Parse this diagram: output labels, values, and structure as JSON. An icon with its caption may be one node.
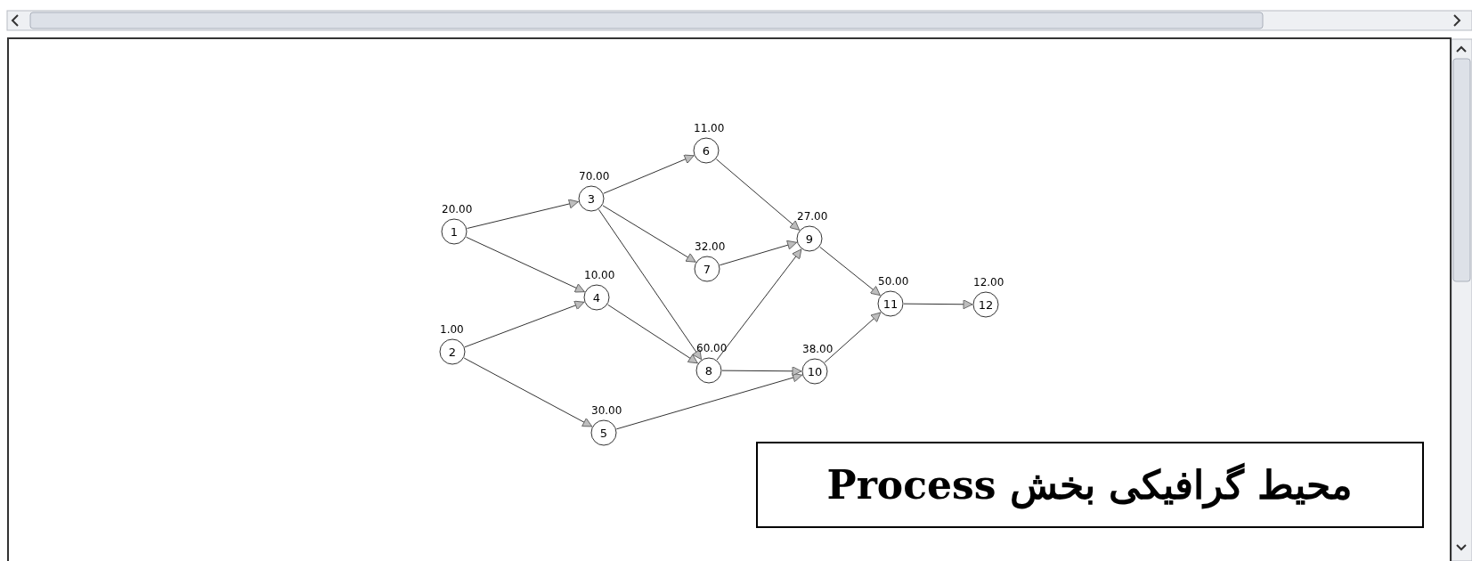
{
  "diagram": {
    "title": "محیط گرافیکی بخش Process",
    "nodes": [
      {
        "text": [
          "1"
        ],
        "beside": [
          "20.00"
        ]
      },
      {
        "text": [
          "2"
        ],
        "beside": [
          "1.00"
        ]
      },
      {
        "text": [
          "3"
        ],
        "beside": [
          "70.00"
        ]
      },
      {
        "text": [
          "4"
        ],
        "beside": [
          "10.00"
        ]
      },
      {
        "text": [
          "5"
        ],
        "beside": [
          "30.00"
        ]
      },
      {
        "text": [
          "6"
        ],
        "beside": [
          "11.00"
        ]
      },
      {
        "text": [
          "7"
        ],
        "beside": [
          "32.00"
        ]
      },
      {
        "text": [
          "8"
        ],
        "beside": [
          "60.00"
        ]
      },
      {
        "text": [
          "9"
        ],
        "beside": [
          "27.00"
        ]
      },
      {
        "text": [
          "10"
        ],
        "beside": [
          "38.00"
        ]
      },
      {
        "text": [
          "11"
        ],
        "beside": [
          "50.00"
        ]
      },
      {
        "text": [
          "12"
        ],
        "beside": [
          "12.00"
        ]
      }
    ],
    "edges": [
      {
        "from": 0,
        "to": 2,
        "arrow": "to"
      },
      {
        "from": 0,
        "to": 3,
        "arrow": "to"
      },
      {
        "from": 1,
        "to": 3,
        "arrow": "to"
      },
      {
        "from": 1,
        "to": 4,
        "arrow": "to"
      },
      {
        "from": 2,
        "to": 5,
        "arrow": "to"
      },
      {
        "from": 2,
        "to": 6,
        "arrow": "to"
      },
      {
        "from": 2,
        "to": 7,
        "arrow": "to"
      },
      {
        "from": 3,
        "to": 7,
        "arrow": "to"
      },
      {
        "from": 4,
        "to": 9,
        "arrow": "to"
      },
      {
        "from": 5,
        "to": 8,
        "arrow": "to"
      },
      {
        "from": 6,
        "to": 8,
        "arrow": "to"
      },
      {
        "from": 7,
        "to": 8,
        "arrow": "to"
      },
      {
        "from": 7,
        "to": 9,
        "arrow": "to"
      },
      {
        "from": 8,
        "to": 10,
        "arrow": "to"
      },
      {
        "from": 9,
        "to": 10,
        "arrow": "to"
      },
      {
        "from": 10,
        "to": 11,
        "arrow": "to"
      }
    ]
  }
}
